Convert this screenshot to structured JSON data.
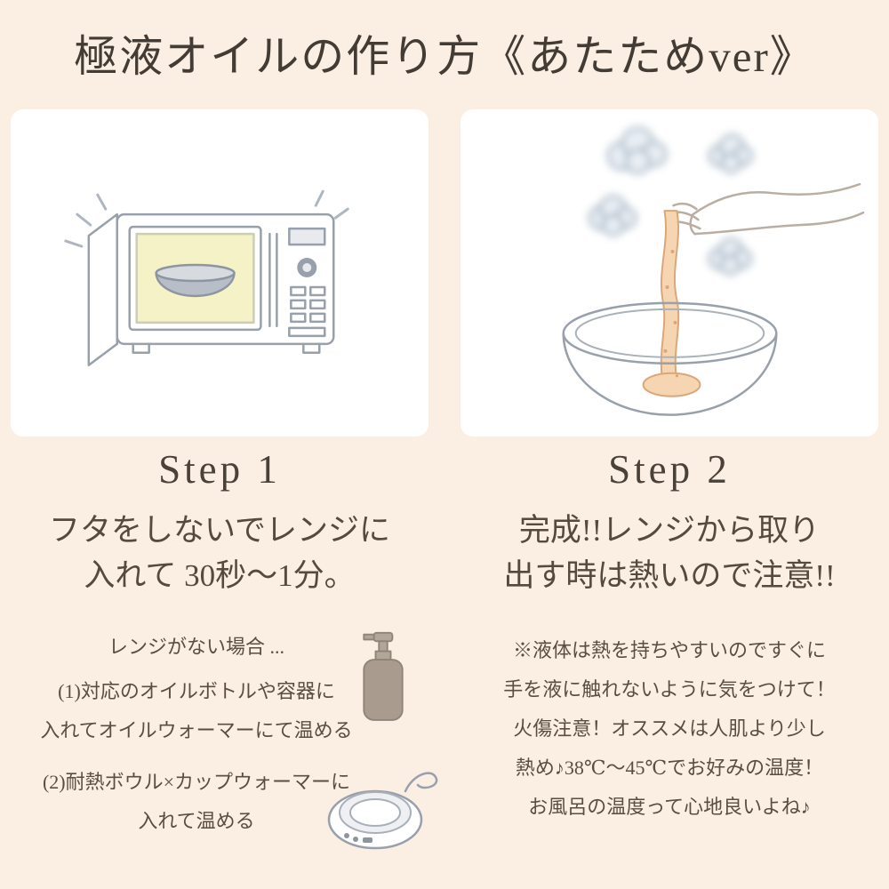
{
  "page": {
    "title": "極液オイルの作り方《あたためver》"
  },
  "colors": {
    "background": "#fbeee3",
    "card": "#ffffff",
    "heading_text": "#433c34",
    "body_text": "#554a3d",
    "sketch_stroke": "#98a0ab",
    "microwave_window_yellow": "#f6f2c8",
    "goo_fill": "#f6d6b2",
    "goo_edge": "#dba678",
    "steam_blue": "#7f98ae",
    "bottle_taupe": "#a99c8f"
  },
  "steps": [
    {
      "label": "Step 1",
      "illustration": "microwave-icon",
      "description_lines": [
        "フタをしないでレンジに",
        "入れて 30秒〜1分。"
      ],
      "note": {
        "title": "レンジがない場合 ...",
        "lines": [
          "(1)対応のオイルボトルや容器に",
          "入れてオイルウォーマーにて温める",
          "(2)耐熱ボウル×カップウォーマーに",
          "入れて温める"
        ]
      }
    },
    {
      "label": "Step 2",
      "illustration": "bowl-pour-icon",
      "description_lines": [
        "完成!!レンジから取り",
        "出す時は熱いので注意!!"
      ],
      "note": {
        "lines": [
          "※液体は熱を持ちやすいのですぐに",
          "手を液に触れないように気をつけて！",
          "火傷注意！オススメは人肌より少し",
          "熱め♪38℃〜45℃でお好みの温度！",
          "お風呂の温度って心地良いよね♪"
        ]
      }
    }
  ]
}
